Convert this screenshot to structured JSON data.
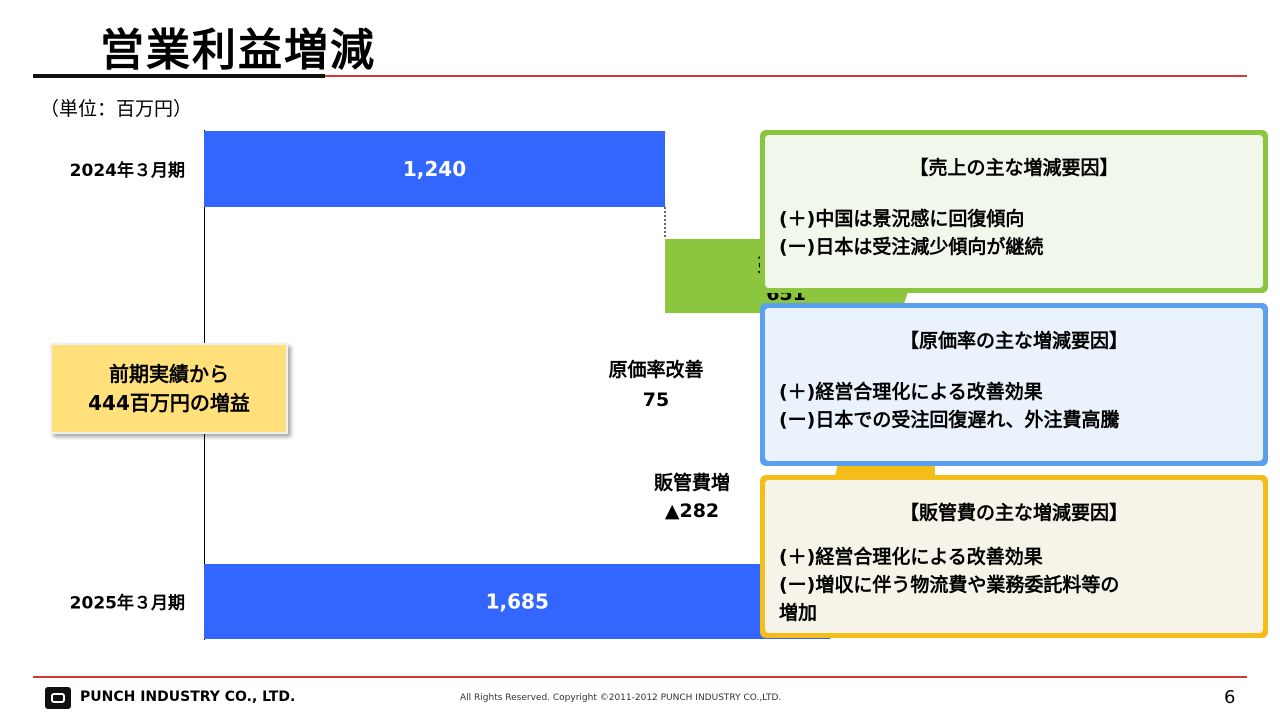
{
  "title": "営業利益増減",
  "unit": "（単位：百万円）",
  "callout": {
    "line1": "前期実績から",
    "line2": "444百万円の増益"
  },
  "chart_data": {
    "type": "bar",
    "subtype": "waterfall",
    "start": {
      "category": "2024年３月期",
      "value": 1240,
      "label": "1,240",
      "color": "#3366ff"
    },
    "steps": [
      {
        "name": "売上増",
        "value": 651,
        "label": "651",
        "color": "#8cc63f"
      },
      {
        "name": "原価率改善",
        "value": 75,
        "label": "75",
        "color": "#5aa0ef"
      },
      {
        "name": "販管費増",
        "value": -282,
        "label": "▲282",
        "color": "#f4bd19"
      }
    ],
    "end": {
      "category": "2025年３月期",
      "value": 1685,
      "label": "1,685",
      "color": "#3366ff"
    }
  },
  "panels": [
    {
      "title": "【売上の主な増減要因】",
      "lines": [
        "(＋)中国は景況感に回復傾向",
        "(ー)日本は受注減少傾向が継続"
      ],
      "color": "#8cc63f"
    },
    {
      "title": "【原価率の主な増減要因】",
      "lines": [
        "(＋)経営合理化による改善効果",
        "(ー)日本での受注回復遅れ、外注費高騰"
      ],
      "color": "#5aa0ef"
    },
    {
      "title": "【販管費の主な増減要因】",
      "lines": [
        "(＋)経営合理化による改善効果",
        "(ー)増収に伴う物流費や業務委託料等の",
        "増加"
      ],
      "color": "#f4bd19"
    }
  ],
  "footer": {
    "company": "PUNCH INDUSTRY CO., LTD.",
    "copyright": "All Rights Reserved. Copyright ©2011-2012 PUNCH INDUSTRY CO.,LTD.",
    "page": "6"
  }
}
